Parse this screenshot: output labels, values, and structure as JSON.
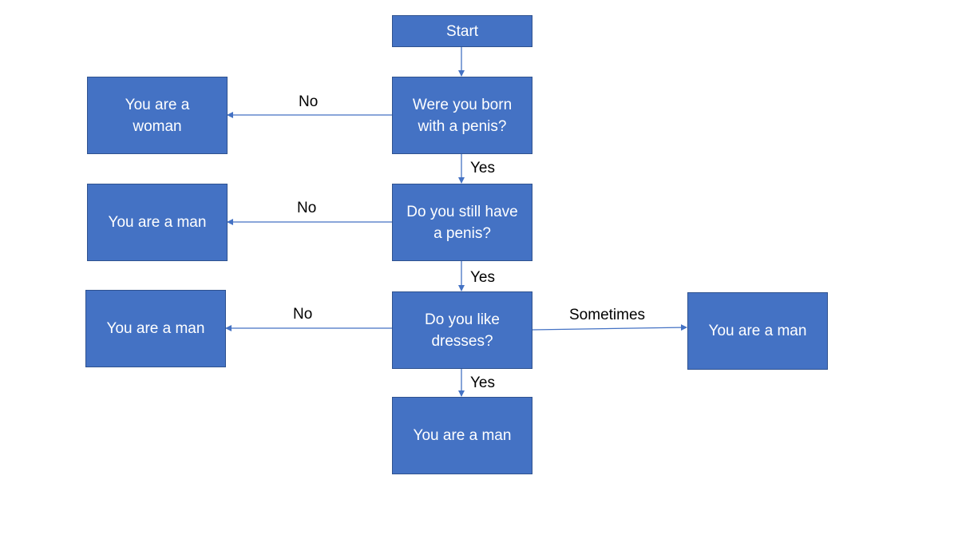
{
  "colors": {
    "node_fill": "#4472c4",
    "node_border": "#2f528f",
    "node_text": "#ffffff",
    "edge": "#4472c4",
    "label_text": "#000000"
  },
  "nodes": {
    "start": "Start",
    "q_born": "Were you born\nwith a penis?",
    "q_still": "Do you still have\na penis?",
    "q_dresses": "Do you like\ndresses?",
    "result_woman": "You are a\nwoman",
    "result_man_still_no": "You are a man",
    "result_man_dresses_no": "You are a man",
    "result_man_dresses_sometimes": "You are a man",
    "result_man_dresses_yes": "You are a man"
  },
  "edges": {
    "born_no": "No",
    "born_yes": "Yes",
    "still_no": "No",
    "still_yes": "Yes",
    "dresses_no": "No",
    "dresses_sometimes": "Sometimes",
    "dresses_yes": "Yes"
  }
}
